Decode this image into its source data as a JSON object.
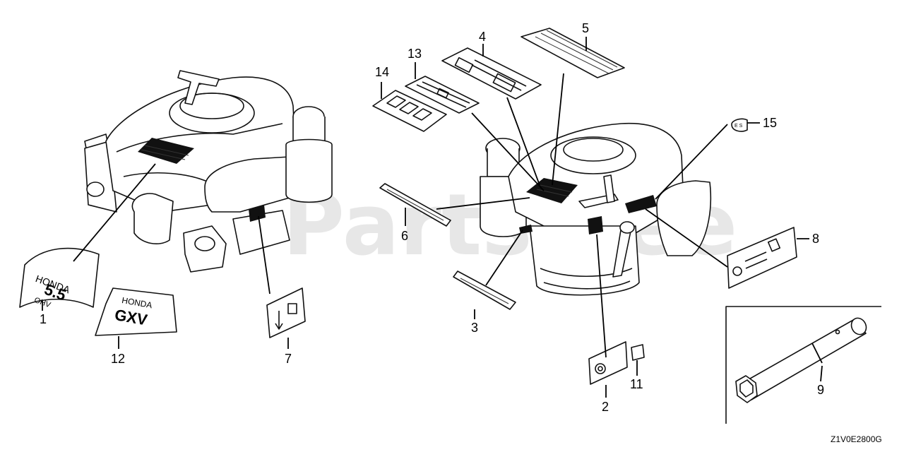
{
  "diagram": {
    "watermark": "PartsTree",
    "drawing_code": "Z1V0E2800G",
    "callouts": [
      {
        "id": "1",
        "label": "1"
      },
      {
        "id": "2",
        "label": "2"
      },
      {
        "id": "3",
        "label": "3"
      },
      {
        "id": "4",
        "label": "4"
      },
      {
        "id": "5",
        "label": "5"
      },
      {
        "id": "6",
        "label": "6"
      },
      {
        "id": "7",
        "label": "7"
      },
      {
        "id": "8",
        "label": "8"
      },
      {
        "id": "9",
        "label": "9"
      },
      {
        "id": "11",
        "label": "11"
      },
      {
        "id": "12",
        "label": "12"
      },
      {
        "id": "13",
        "label": "13"
      },
      {
        "id": "14",
        "label": "14"
      },
      {
        "id": "15",
        "label": "15"
      }
    ],
    "emblem_texts": {
      "emblem_1": "HONDA",
      "emblem_1_model": "5.5",
      "emblem_1_sub": "OHV",
      "emblem_12": "HONDA",
      "emblem_12_model": "GXV"
    }
  }
}
